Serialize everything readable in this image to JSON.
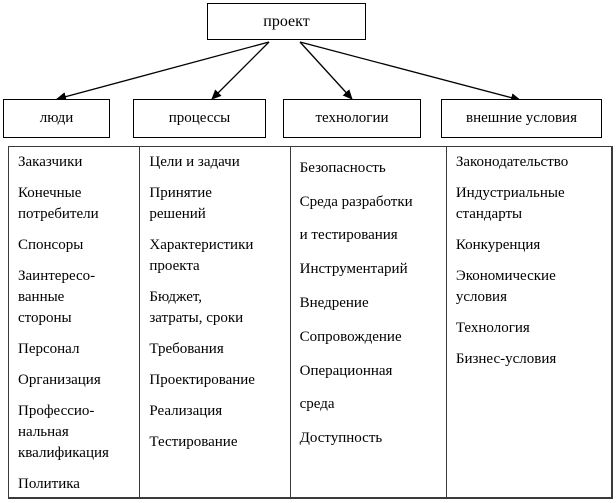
{
  "root": {
    "label": "проект"
  },
  "categories": [
    {
      "label": "люди",
      "items": [
        "Заказчики",
        "Конечные\nпотребители",
        "Спонсоры",
        "Заинтересо-\nванные\nстороны",
        "Персонал",
        "Организация",
        "Профессио-\nнальная\nквалификация",
        "Политика"
      ]
    },
    {
      "label": "процессы",
      "items": [
        "Цели и задачи",
        "Принятие\nрешений",
        "Характеристики\nпроекта",
        "Бюджет,\nзатраты, сроки",
        "Требования",
        "Проектирование",
        "Реализация",
        "Тестирование"
      ]
    },
    {
      "label": "технологии",
      "items": [
        "Безопасность",
        "Среда разработки\nи тестирования",
        "Инструментарий",
        "Внедрение",
        "Сопровождение",
        "Операционная\nсреда",
        "Доступность"
      ]
    },
    {
      "label": "внешние условия",
      "items": [
        "Законодательство",
        "Индустриальные\nстандарты",
        "Конкуренция",
        "Экономические\nусловия",
        "Технология",
        "Бизнес-условия"
      ]
    }
  ]
}
